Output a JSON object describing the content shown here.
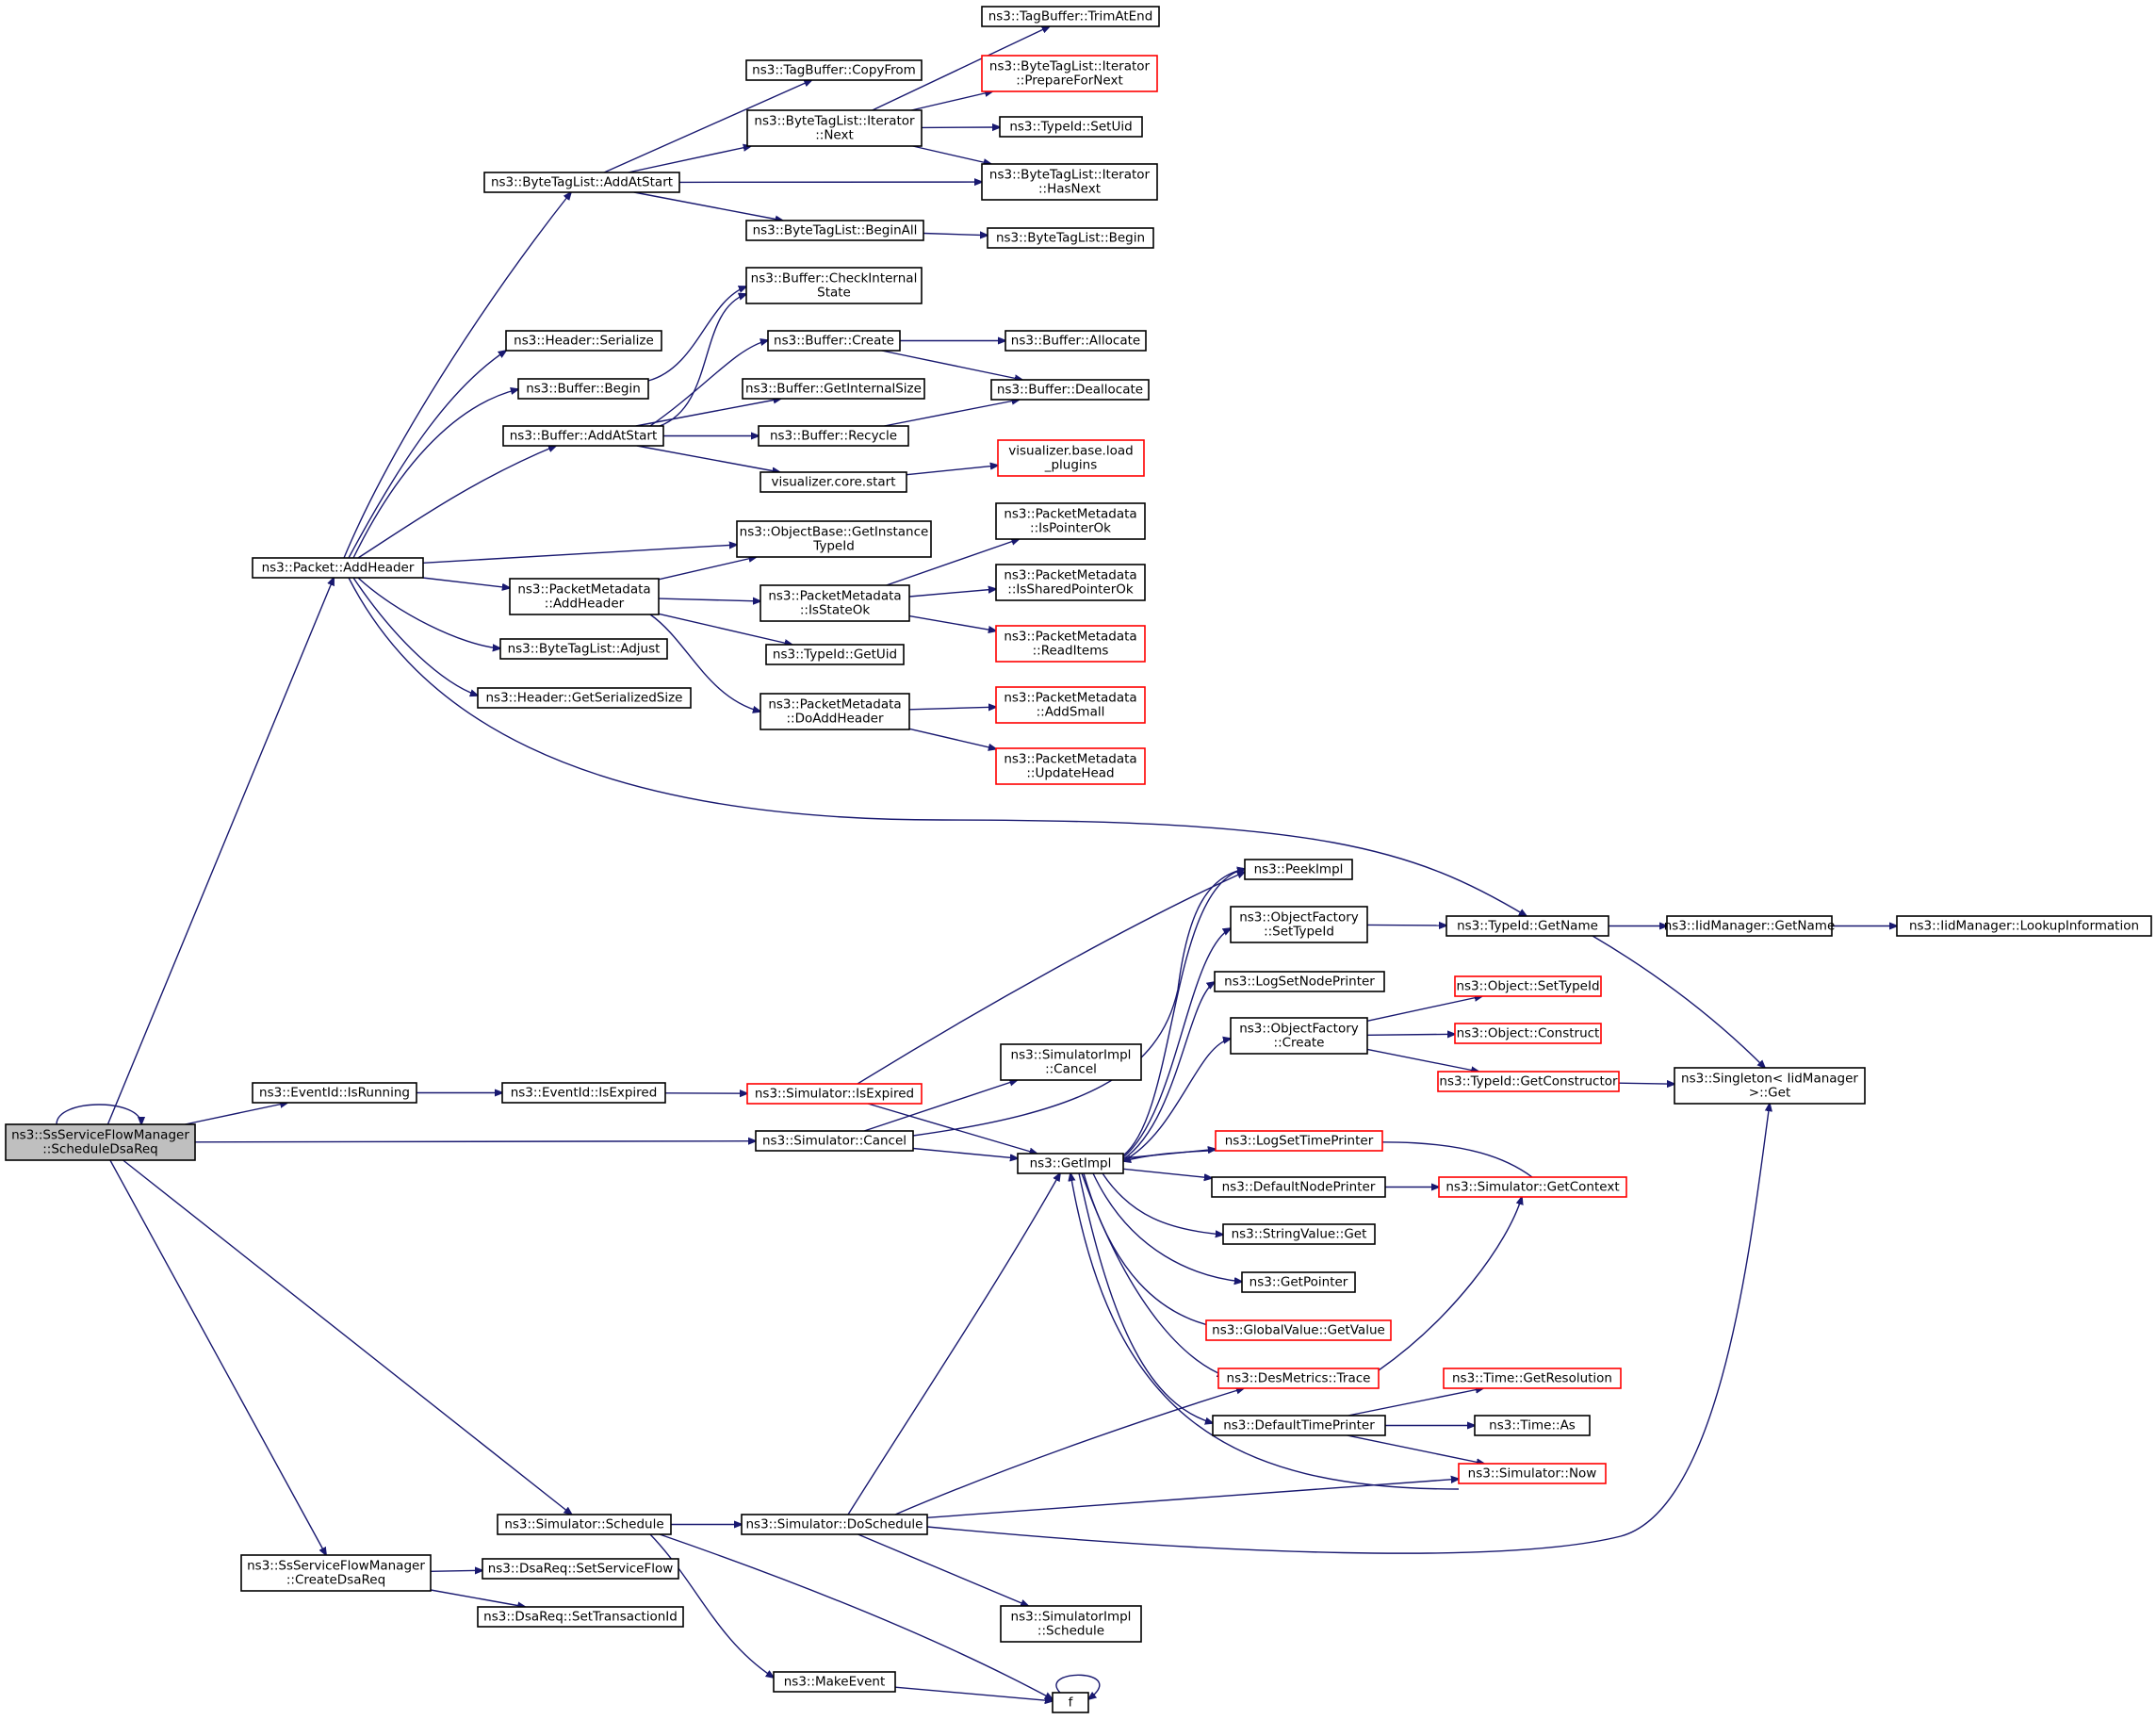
{
  "graph": {
    "colors": {
      "edge": "#191970",
      "node_border": "#000000",
      "truncated_border": "#ff0000",
      "root_fill": "#bfbfbf"
    },
    "nodes": [
      {
        "id": "root",
        "lines": [
          "ns3::SsServiceFlowManager",
          "::ScheduleDsaReq"
        ],
        "style": "root"
      },
      {
        "id": "pkt_addheader",
        "lines": [
          "ns3::Packet::AddHeader"
        ]
      },
      {
        "id": "eventid_isrunning",
        "lines": [
          "ns3::EventId::IsRunning"
        ]
      },
      {
        "id": "sim_schedule",
        "lines": [
          "ns3::Simulator::Schedule"
        ]
      },
      {
        "id": "ssf_createdsareq",
        "lines": [
          "ns3::SsServiceFlowManager",
          "::CreateDsaReq"
        ]
      },
      {
        "id": "btl_addatstart",
        "lines": [
          "ns3::ByteTagList::AddAtStart"
        ]
      },
      {
        "id": "hdr_serialize",
        "lines": [
          "ns3::Header::Serialize"
        ]
      },
      {
        "id": "buf_begin",
        "lines": [
          "ns3::Buffer::Begin"
        ]
      },
      {
        "id": "buf_addatstart",
        "lines": [
          "ns3::Buffer::AddAtStart"
        ]
      },
      {
        "id": "pm_addheader",
        "lines": [
          "ns3::PacketMetadata",
          "::AddHeader"
        ]
      },
      {
        "id": "btl_adjust",
        "lines": [
          "ns3::ByteTagList::Adjust"
        ]
      },
      {
        "id": "hdr_getserializedsize",
        "lines": [
          "ns3::Header::GetSerializedSize"
        ]
      },
      {
        "id": "tb_copyfrom",
        "lines": [
          "ns3::TagBuffer::CopyFrom"
        ]
      },
      {
        "id": "btl_it_next",
        "lines": [
          "ns3::ByteTagList::Iterator",
          "::Next"
        ]
      },
      {
        "id": "btl_beginall",
        "lines": [
          "ns3::ByteTagList::BeginAll"
        ]
      },
      {
        "id": "buf_checkinternal",
        "lines": [
          "ns3::Buffer::CheckInternal",
          "State"
        ]
      },
      {
        "id": "buf_create",
        "lines": [
          "ns3::Buffer::Create"
        ]
      },
      {
        "id": "buf_getinternalsize",
        "lines": [
          "ns3::Buffer::GetInternalSize"
        ]
      },
      {
        "id": "buf_recycle",
        "lines": [
          "ns3::Buffer::Recycle"
        ]
      },
      {
        "id": "viz_core_start",
        "lines": [
          "visualizer.core.start"
        ]
      },
      {
        "id": "ob_getinstancetypeid",
        "lines": [
          "ns3::ObjectBase::GetInstance",
          "TypeId"
        ]
      },
      {
        "id": "pm_isstateok",
        "lines": [
          "ns3::PacketMetadata",
          "::IsStateOk"
        ]
      },
      {
        "id": "typeid_getuid",
        "lines": [
          "ns3::TypeId::GetUid"
        ]
      },
      {
        "id": "pm_doaddheader",
        "lines": [
          "ns3::PacketMetadata",
          "::DoAddHeader"
        ]
      },
      {
        "id": "tb_trimatend",
        "lines": [
          "ns3::TagBuffer::TrimAtEnd"
        ]
      },
      {
        "id": "btl_it_preparefornext",
        "lines": [
          "ns3::ByteTagList::Iterator",
          "::PrepareForNext"
        ],
        "style": "truncated"
      },
      {
        "id": "typeid_setuid",
        "lines": [
          "ns3::TypeId::SetUid"
        ]
      },
      {
        "id": "btl_it_hasnext",
        "lines": [
          "ns3::ByteTagList::Iterator",
          "::HasNext"
        ]
      },
      {
        "id": "btl_begin",
        "lines": [
          "ns3::ByteTagList::Begin"
        ]
      },
      {
        "id": "buf_allocate",
        "lines": [
          "ns3::Buffer::Allocate"
        ]
      },
      {
        "id": "buf_deallocate",
        "lines": [
          "ns3::Buffer::Deallocate"
        ]
      },
      {
        "id": "viz_base_loadplugins",
        "lines": [
          "visualizer.base.load",
          "_plugins"
        ],
        "style": "truncated"
      },
      {
        "id": "pm_ispointerok",
        "lines": [
          "ns3::PacketMetadata",
          "::IsPointerOk"
        ]
      },
      {
        "id": "pm_issharedpointerok",
        "lines": [
          "ns3::PacketMetadata",
          "::IsSharedPointerOk"
        ]
      },
      {
        "id": "pm_readitems",
        "lines": [
          "ns3::PacketMetadata",
          "::ReadItems"
        ],
        "style": "truncated"
      },
      {
        "id": "pm_addsmall",
        "lines": [
          "ns3::PacketMetadata",
          "::AddSmall"
        ],
        "style": "truncated"
      },
      {
        "id": "pm_updatehead",
        "lines": [
          "ns3::PacketMetadata",
          "::UpdateHead"
        ],
        "style": "truncated"
      },
      {
        "id": "eventid_isexpired",
        "lines": [
          "ns3::EventId::IsExpired"
        ]
      },
      {
        "id": "sim_isexpired",
        "lines": [
          "ns3::Simulator::IsExpired"
        ],
        "style": "truncated"
      },
      {
        "id": "sim_cancel",
        "lines": [
          "ns3::Simulator::Cancel"
        ]
      },
      {
        "id": "simimpl_cancel",
        "lines": [
          "ns3::SimulatorImpl",
          "::Cancel"
        ]
      },
      {
        "id": "getimpl",
        "lines": [
          "ns3::GetImpl"
        ]
      },
      {
        "id": "peekimpl",
        "lines": [
          "ns3::PeekImpl"
        ]
      },
      {
        "id": "of_settypeid",
        "lines": [
          "ns3::ObjectFactory",
          "::SetTypeId"
        ]
      },
      {
        "id": "logsetnodeprinter",
        "lines": [
          "ns3::LogSetNodePrinter"
        ]
      },
      {
        "id": "of_create",
        "lines": [
          "ns3::ObjectFactory",
          "::Create"
        ]
      },
      {
        "id": "logsettimeprinter",
        "lines": [
          "ns3::LogSetTimePrinter"
        ],
        "style": "truncated"
      },
      {
        "id": "defaultnodeprinter",
        "lines": [
          "ns3::DefaultNodePrinter"
        ]
      },
      {
        "id": "stringvalue_get",
        "lines": [
          "ns3::StringValue::Get"
        ]
      },
      {
        "id": "getpointer",
        "lines": [
          "ns3::GetPointer"
        ]
      },
      {
        "id": "globalvalue_getvalue",
        "lines": [
          "ns3::GlobalValue::GetValue"
        ],
        "style": "truncated"
      },
      {
        "id": "desmetrics_trace",
        "lines": [
          "ns3::DesMetrics::Trace"
        ],
        "style": "truncated"
      },
      {
        "id": "defaulttimeprinter",
        "lines": [
          "ns3::DefaultTimePrinter"
        ]
      },
      {
        "id": "typeid_getname",
        "lines": [
          "ns3::TypeId::GetName"
        ]
      },
      {
        "id": "iidmanager_getname",
        "lines": [
          "ns3::IidManager::GetName"
        ]
      },
      {
        "id": "iidmanager_lookupinfo",
        "lines": [
          "ns3::IidManager::LookupInformation"
        ]
      },
      {
        "id": "object_settypeid",
        "lines": [
          "ns3::Object::SetTypeId"
        ],
        "style": "truncated"
      },
      {
        "id": "object_construct",
        "lines": [
          "ns3::Object::Construct"
        ],
        "style": "truncated"
      },
      {
        "id": "typeid_getconstructor",
        "lines": [
          "ns3::TypeId::GetConstructor"
        ],
        "style": "truncated"
      },
      {
        "id": "singleton_get",
        "lines": [
          "ns3::Singleton< IidManager",
          ">::Get"
        ]
      },
      {
        "id": "sim_getcontext",
        "lines": [
          "ns3::Simulator::GetContext"
        ],
        "style": "truncated"
      },
      {
        "id": "time_getresolution",
        "lines": [
          "ns3::Time::GetResolution"
        ],
        "style": "truncated"
      },
      {
        "id": "time_as",
        "lines": [
          "ns3::Time::As"
        ]
      },
      {
        "id": "sim_now",
        "lines": [
          "ns3::Simulator::Now"
        ],
        "style": "truncated"
      },
      {
        "id": "sim_doschedule",
        "lines": [
          "ns3::Simulator::DoSchedule"
        ]
      },
      {
        "id": "simimpl_schedule",
        "lines": [
          "ns3::SimulatorImpl",
          "::Schedule"
        ]
      },
      {
        "id": "makeevent",
        "lines": [
          "ns3::MakeEvent"
        ]
      },
      {
        "id": "f",
        "lines": [
          "f"
        ]
      },
      {
        "id": "dsareq_setserviceflow",
        "lines": [
          "ns3::DsaReq::SetServiceFlow"
        ]
      },
      {
        "id": "dsareq_settransactionid",
        "lines": [
          "ns3::DsaReq::SetTransactionId"
        ]
      }
    ]
  }
}
